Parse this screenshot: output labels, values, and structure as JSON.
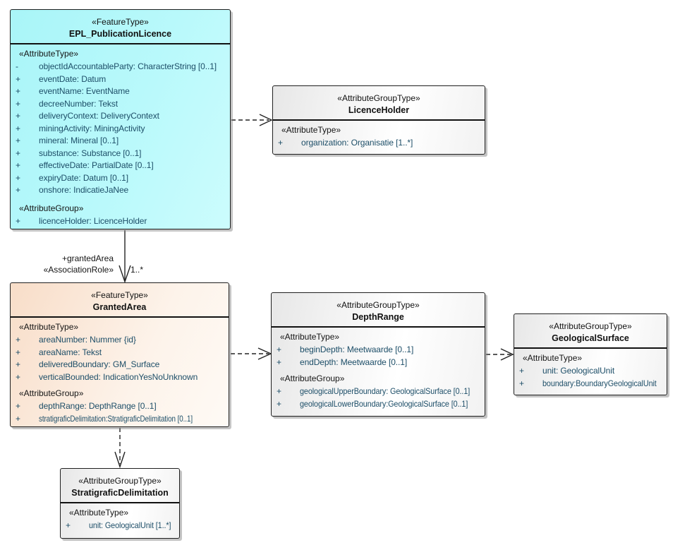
{
  "colors": {
    "feature_type_fill": "#aef6f9",
    "granted_area_fill": "#f8dfcb",
    "attribute_group_fill": "#ededed",
    "attribute_text": "#1d4e68",
    "border": "#1f1f1f"
  },
  "boxes": {
    "epl": {
      "stereotype": "«FeatureType»",
      "name": "EPL_PublicationLicence",
      "sections": [
        {
          "heading": "«AttributeType»",
          "items": [
            {
              "vis": "-",
              "text": "objectIdAccountableParty: CharacterString [0..1]"
            },
            {
              "vis": "+",
              "text": "eventDate: Datum"
            },
            {
              "vis": "+",
              "text": "eventName: EventName"
            },
            {
              "vis": "+",
              "text": "decreeNumber: Tekst"
            },
            {
              "vis": "+",
              "text": "deliveryContext: DeliveryContext"
            },
            {
              "vis": "+",
              "text": "miningActivity: MiningActivity"
            },
            {
              "vis": "+",
              "text": "mineral: Mineral [0..1]"
            },
            {
              "vis": "+",
              "text": "substance: Substance [0..1]"
            },
            {
              "vis": "+",
              "text": "effectiveDate: PartialDate [0..1]"
            },
            {
              "vis": "+",
              "text": "expiryDate: Datum [0..1]"
            },
            {
              "vis": "+",
              "text": "onshore: IndicatieJaNee"
            }
          ]
        },
        {
          "heading": "«AttributeGroup»",
          "items": [
            {
              "vis": "+",
              "text": "licenceHolder: LicenceHolder"
            }
          ]
        }
      ]
    },
    "licence_holder": {
      "stereotype": "«AttributeGroupType»",
      "name": "LicenceHolder",
      "sections": [
        {
          "heading": "«AttributeType»",
          "items": [
            {
              "vis": "+",
              "text": "organization: Organisatie [1..*]"
            }
          ]
        }
      ]
    },
    "granted_area": {
      "stereotype": "«FeatureType»",
      "name": "GrantedArea",
      "sections": [
        {
          "heading": "«AttributeType»",
          "items": [
            {
              "vis": "+",
              "text": "areaNumber: Nummer {id}"
            },
            {
              "vis": "+",
              "text": "areaName: Tekst"
            },
            {
              "vis": "+",
              "text": "deliveredBoundary: GM_Surface"
            },
            {
              "vis": "+",
              "text": "verticalBounded: IndicationYesNoUnknown"
            }
          ]
        },
        {
          "heading": "«AttributeGroup»",
          "items": [
            {
              "vis": "+",
              "text": "depthRange: DepthRange [0..1]"
            },
            {
              "vis": "+",
              "text": "stratigraficDelimitation:StratigraficDelimitation [0..1]"
            }
          ]
        }
      ]
    },
    "depth_range": {
      "stereotype": "«AttributeGroupType»",
      "name": "DepthRange",
      "sections": [
        {
          "heading": "«AttributeType»",
          "items": [
            {
              "vis": "+",
              "text": "beginDepth: Meetwaarde [0..1]"
            },
            {
              "vis": "+",
              "text": "endDepth: Meetwaarde [0..1]"
            }
          ]
        },
        {
          "heading": "«AttributeGroup»",
          "items": [
            {
              "vis": "+",
              "text": "geologicalUpperBoundary: GeologicalSurface [0..1]"
            },
            {
              "vis": "+",
              "text": "geologicalLowerBoundary:GeologicalSurface [0..1]"
            }
          ]
        }
      ]
    },
    "geological_surface": {
      "stereotype": "«AttributeGroupType»",
      "name": "GeologicalSurface",
      "sections": [
        {
          "heading": "«AttributeType»",
          "items": [
            {
              "vis": "+",
              "text": "unit: GeologicalUnit"
            },
            {
              "vis": "+",
              "text": "boundary:BoundaryGeologicalUnit"
            }
          ]
        }
      ]
    },
    "stratigrafic_delimitation": {
      "stereotype": "«AttributeGroupType»",
      "name": "StratigraficDelimitation",
      "sections": [
        {
          "heading": "«AttributeType»",
          "items": [
            {
              "vis": "+",
              "text": "unit: GeologicalUnit [1..*]"
            }
          ]
        }
      ]
    }
  },
  "connectors": {
    "granted_area_association": {
      "role_name": "+grantedArea",
      "stereotype": "«AssociationRole»",
      "multiplicity": "1..*"
    }
  }
}
